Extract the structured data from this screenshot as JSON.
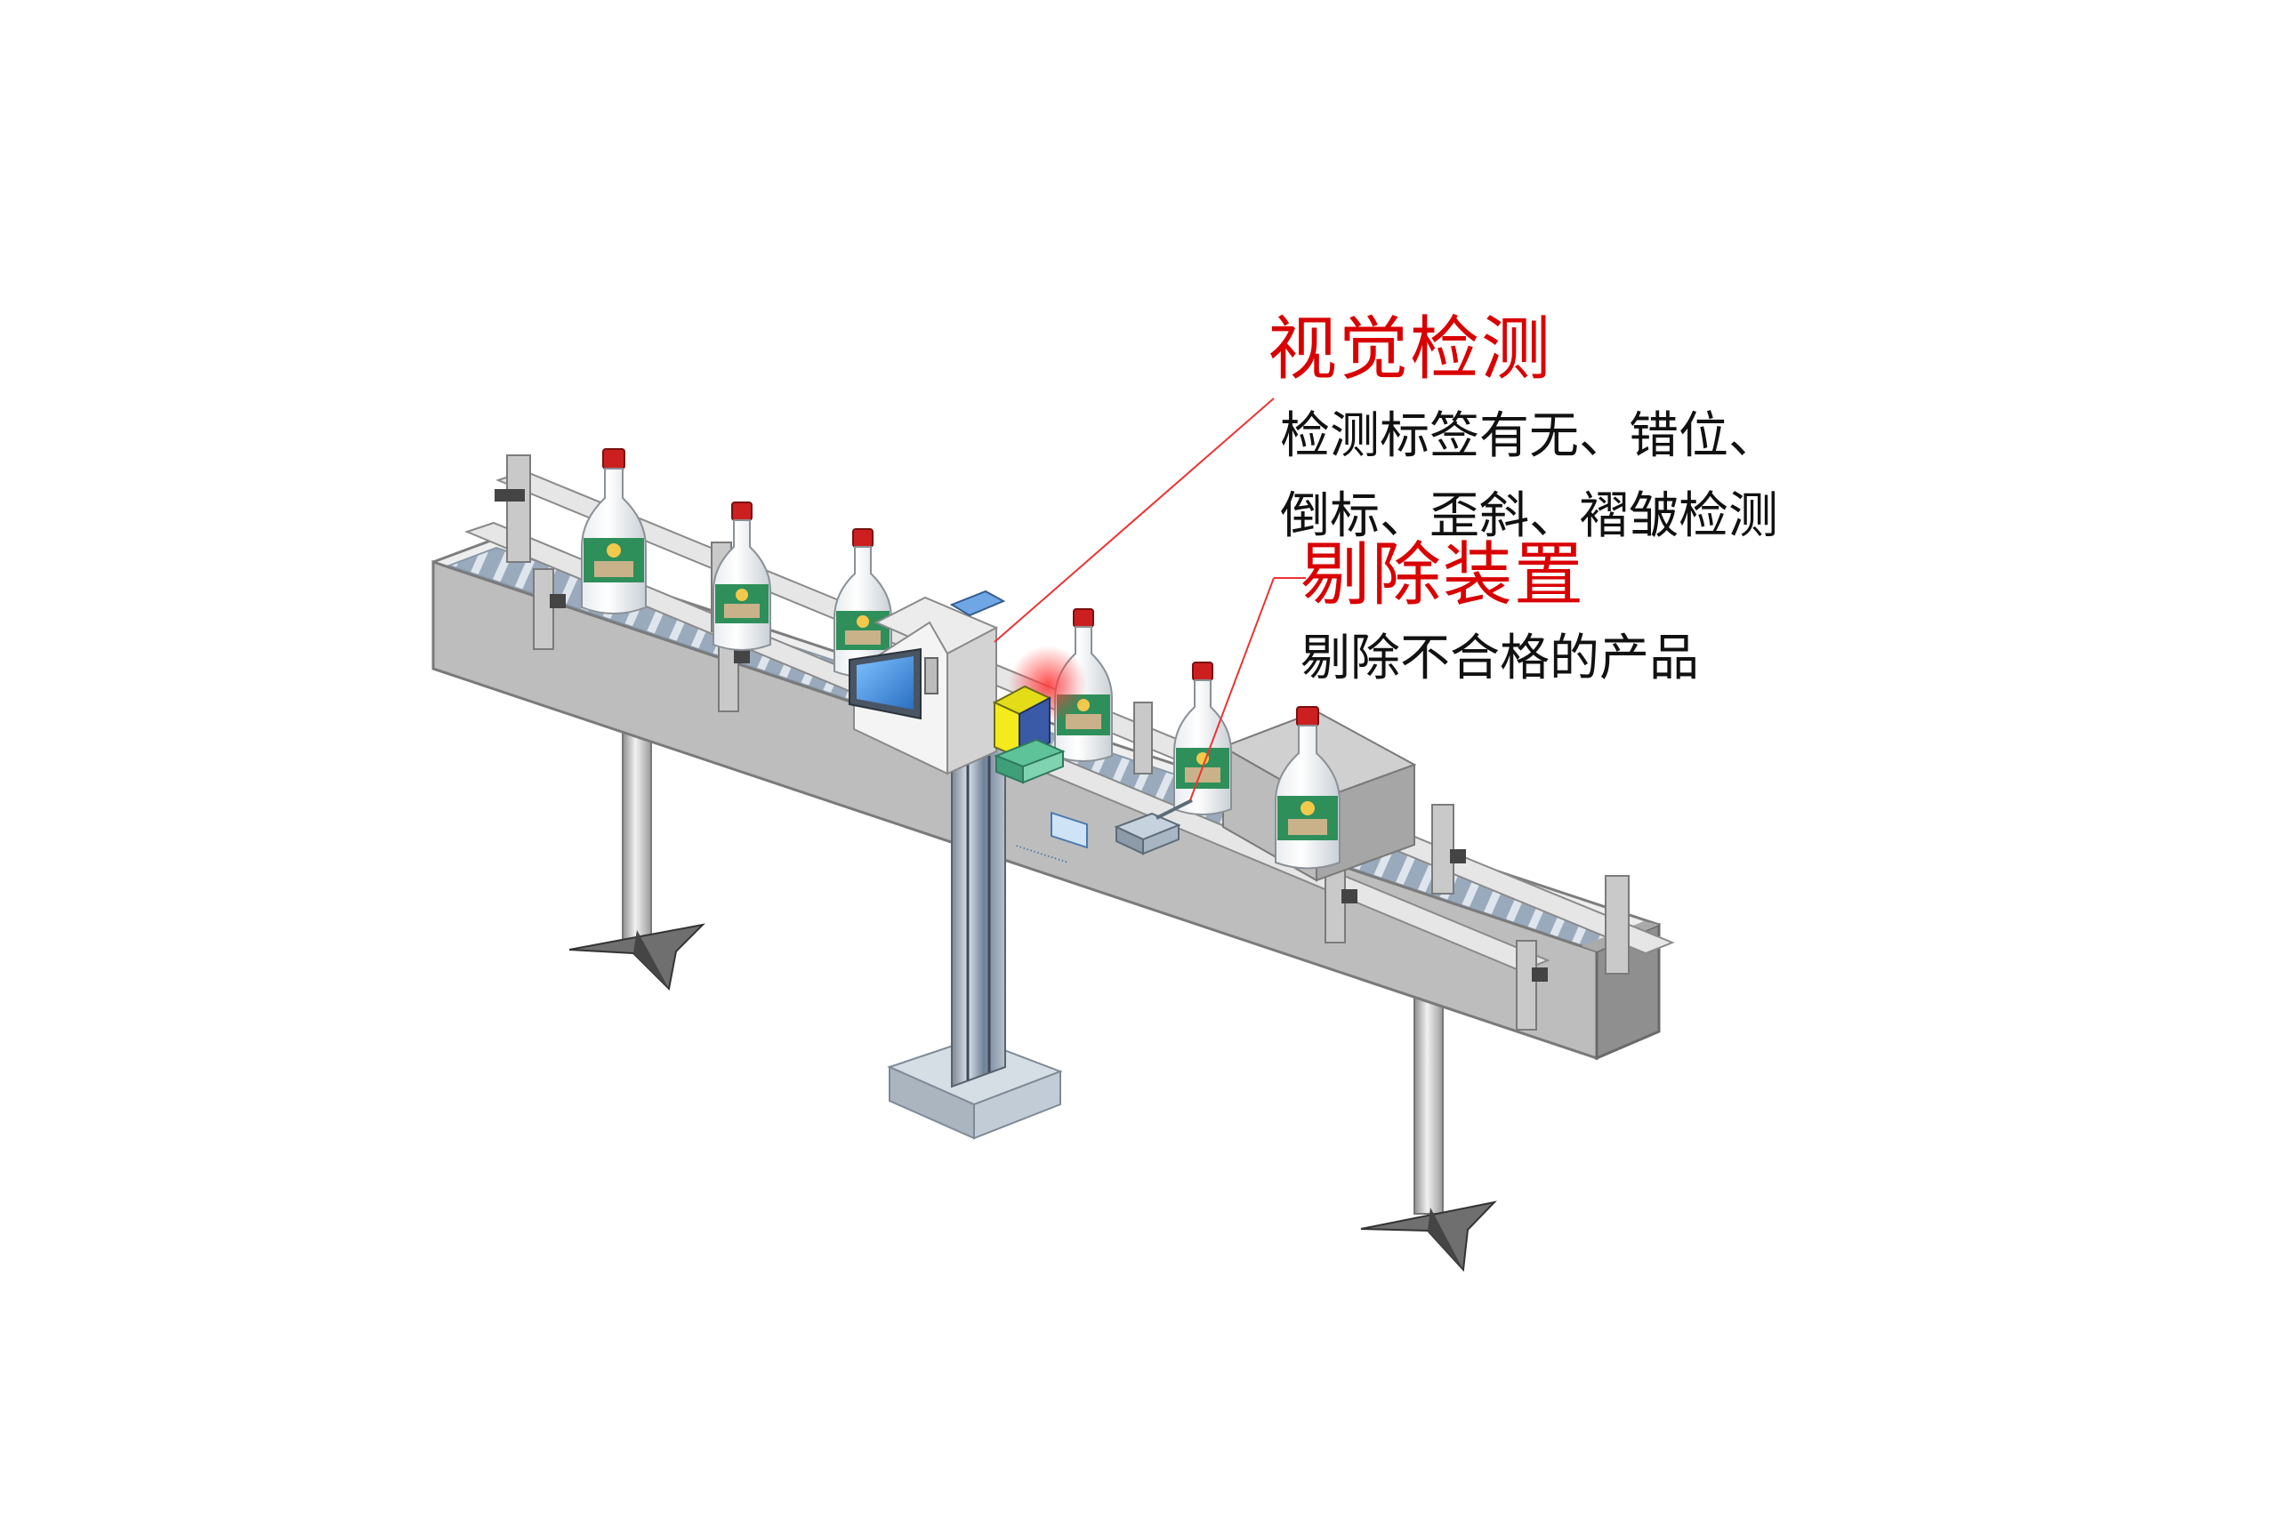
{
  "colors": {
    "callout_title": "#d90000",
    "leader_line": "#ee3333",
    "frame_gray": "#c5c5c5",
    "belt_blue": "#9aaabd",
    "bottle_label_green": "#2f8f5a",
    "bottle_cap_red": "#cc2020",
    "screen_blue": "#3f8ee0",
    "camera_yellow": "#f4ea1c",
    "camera_blue": "#3a5aa8",
    "bracket_green": "#5fc39a"
  },
  "callouts": {
    "vision": {
      "title": "视觉检测",
      "desc_line1": "检测标签有无、错位、",
      "desc_line2": "倒标、歪斜、褶皱检测"
    },
    "reject": {
      "title": "剔除装置",
      "desc": "剔除不合格的产品"
    }
  },
  "icons": [
    "conveyor-frame-icon",
    "conveyor-leg-icon",
    "guide-rail-icon",
    "glass-bottle-icon",
    "inspection-cabinet-icon",
    "touch-screen-icon",
    "camera-module-icon",
    "rejection-pusher-icon",
    "reject-bin-icon",
    "vertical-column-icon"
  ]
}
